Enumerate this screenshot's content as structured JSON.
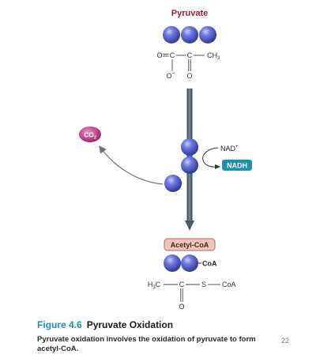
{
  "diagram": {
    "pyruvate_label": "Pyruvate",
    "pyruvate_formula": {
      "carbonyl_o": "O",
      "c1": "C",
      "c2": "C",
      "ch3": "CH",
      "ch3_sub": "3",
      "o_minus": "O",
      "o_minus_charge": "−",
      "o_bottom": "O"
    },
    "co2_label": "CO",
    "co2_sub": "2",
    "nad_label": "NAD",
    "nad_sup": "+",
    "nadh_label": "NADH",
    "acetyl_coa_label": "Acetyl-CoA",
    "coa_tag": "CoA",
    "acetyl_formula": {
      "h3c_h": "H",
      "h3c_sub": "3",
      "h3c_c": "C",
      "c": "C",
      "s": "S",
      "coa": "CoA",
      "o": "O"
    },
    "colors": {
      "carbon_sphere": "#4a56c8",
      "arrow": "#4d5a66",
      "co2_badge": "#b8327e",
      "nadh_badge": "#1f90b4",
      "acetyl_badge": "#f2c4bc"
    }
  },
  "caption": {
    "figure_number": "Figure 4.6",
    "title": "Pyruvate Oxidation",
    "text": "Pyruvate oxidation involves the oxidation of pyruvate to form acetyl-CoA."
  },
  "page_number": "22"
}
